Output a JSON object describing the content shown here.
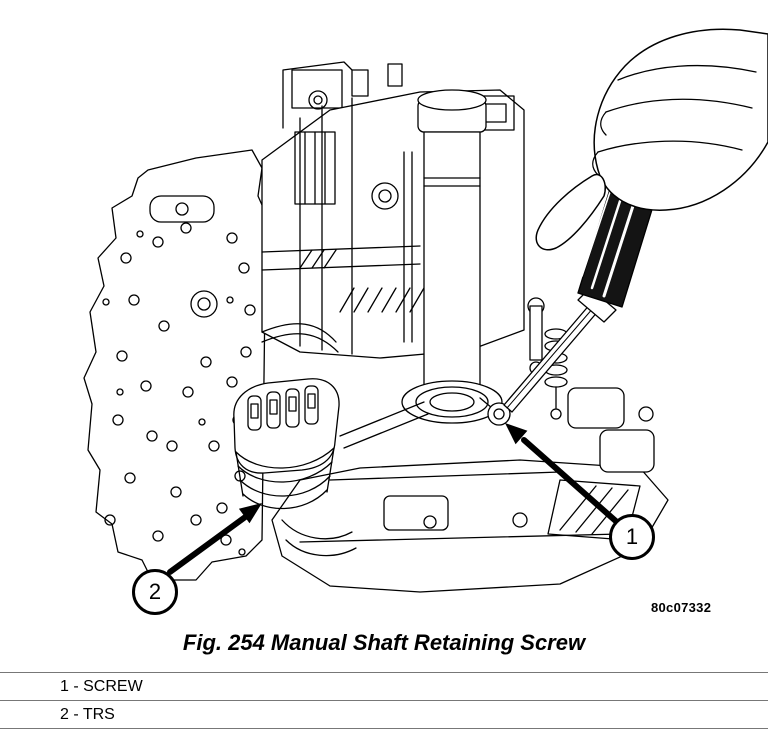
{
  "figure": {
    "caption": "Fig. 254 Manual Shaft Retaining Screw",
    "image_code": "80c07332",
    "callouts": [
      {
        "number": "1",
        "label": "SCREW"
      },
      {
        "number": "2",
        "label": "TRS"
      }
    ]
  },
  "legend": {
    "items": [
      {
        "text": "1 - SCREW"
      },
      {
        "text": "2 - TRS"
      }
    ]
  },
  "colors": {
    "line": "#000000",
    "background": "#ffffff",
    "handle": "#141414"
  }
}
